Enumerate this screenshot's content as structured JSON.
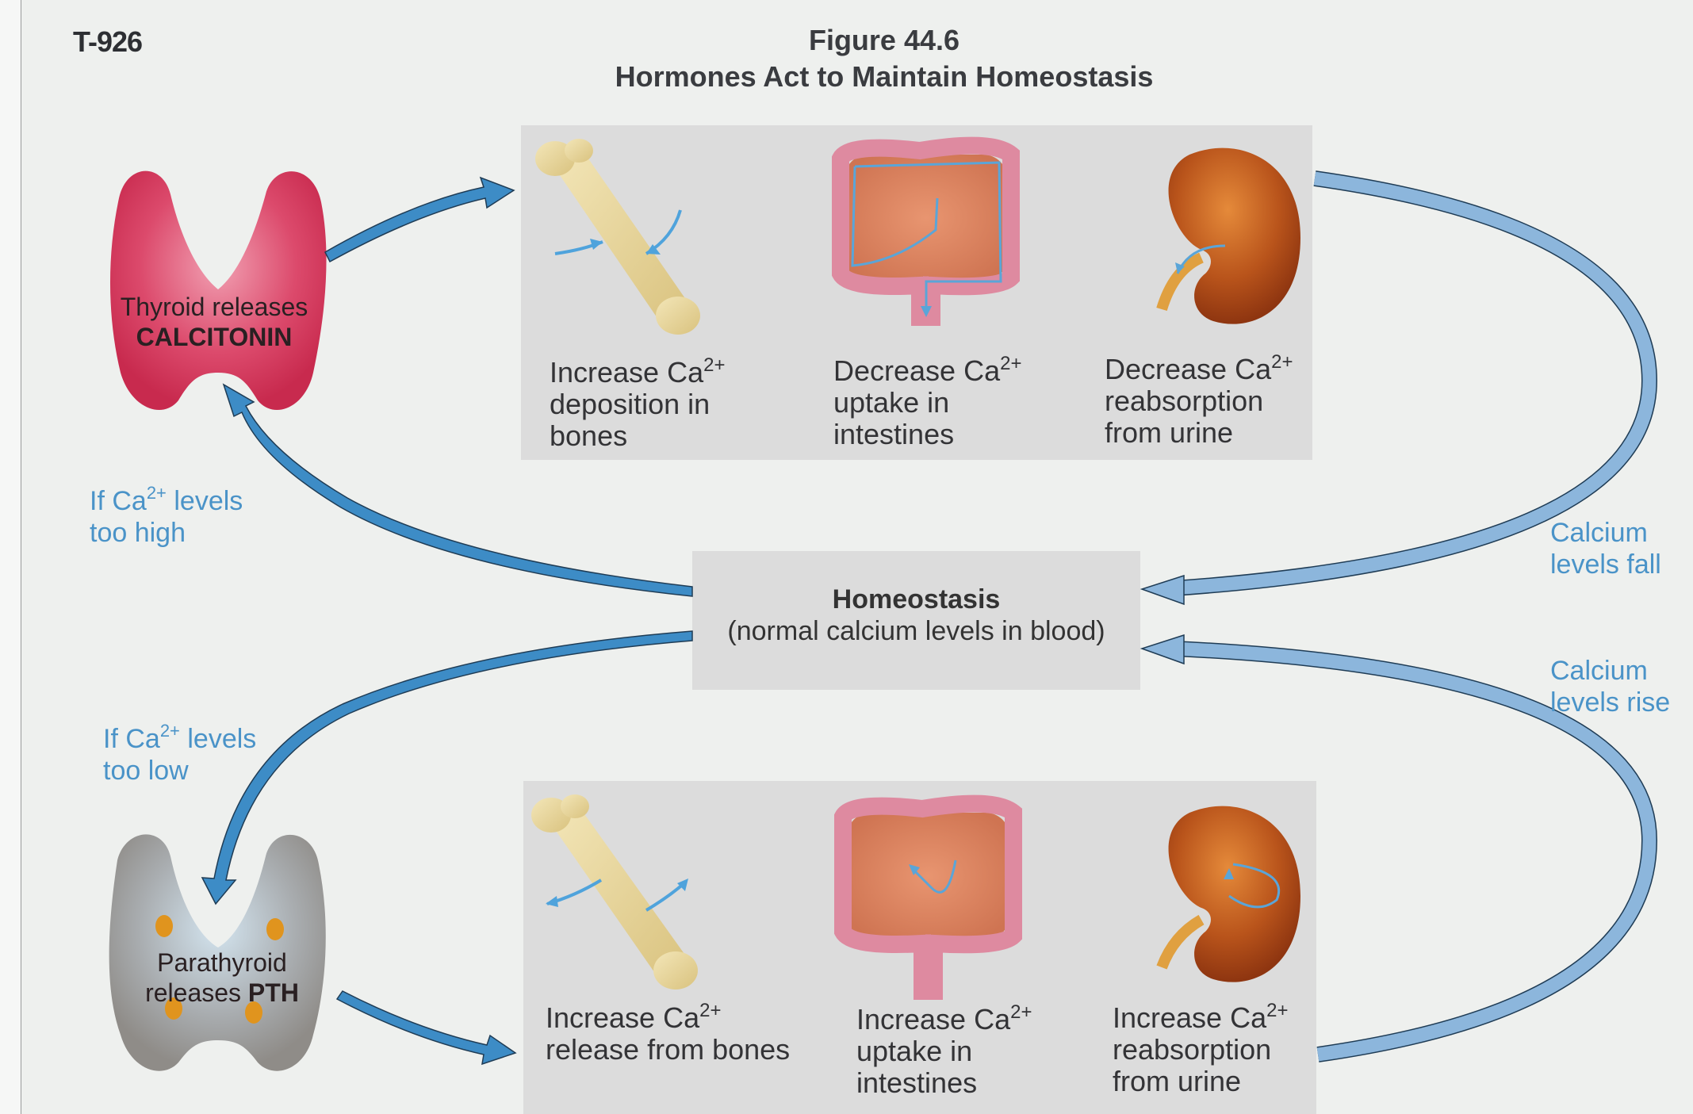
{
  "header": {
    "code": "T-926",
    "figure_number": "Figure 44.6",
    "title": "Hormones Act to Maintain Homeostasis"
  },
  "thyroid": {
    "line1": "Thyroid releases",
    "hormone": "CALCITONIN"
  },
  "parathyroid": {
    "line1": "Parathyroid",
    "line2_prefix": "releases ",
    "hormone": "PTH"
  },
  "homeostasis": {
    "title": "Homeostasis",
    "subtitle": "(normal calcium levels in blood)"
  },
  "conditions": {
    "high": {
      "prefix": "If Ca",
      "sup": "2+",
      "suffix": " levels",
      "line2": "too high"
    },
    "low": {
      "prefix": "If Ca",
      "sup": "2+",
      "suffix": " levels",
      "line2": "too low"
    },
    "fall": {
      "line1": "Calcium",
      "line2": "levels fall"
    },
    "rise": {
      "line1": "Calcium",
      "line2": "levels rise"
    }
  },
  "top_effects": [
    {
      "organ": "bone",
      "verb": "Increase Ca",
      "sup": "2+",
      "line2": "deposition in",
      "line3": "bones"
    },
    {
      "organ": "intestine",
      "verb": "Decrease Ca",
      "sup": "2+",
      "line2": "uptake in",
      "line3": "intestines"
    },
    {
      "organ": "kidney",
      "verb": "Decrease Ca",
      "sup": "2+",
      "line2": "reabsorption",
      "line3": "from urine"
    }
  ],
  "bottom_effects": [
    {
      "organ": "bone",
      "verb": "Increase Ca",
      "sup": "2+",
      "line2": "release from bones",
      "line3": ""
    },
    {
      "organ": "intestine",
      "verb": "Increase Ca",
      "sup": "2+",
      "line2": "uptake in",
      "line3": "intestines"
    },
    {
      "organ": "kidney",
      "verb": "Increase Ca",
      "sup": "2+",
      "line2": "reabsorption",
      "line3": "from urine"
    }
  ],
  "colors": {
    "arrow_dark": "#3d8cc6",
    "arrow_light": "#8cb6dc",
    "label_blue": "#4a93c8",
    "thyroid_red": "#d8365a",
    "parathyroid_gray": "#9a9895",
    "panel_gray": "#dcdcdc"
  }
}
